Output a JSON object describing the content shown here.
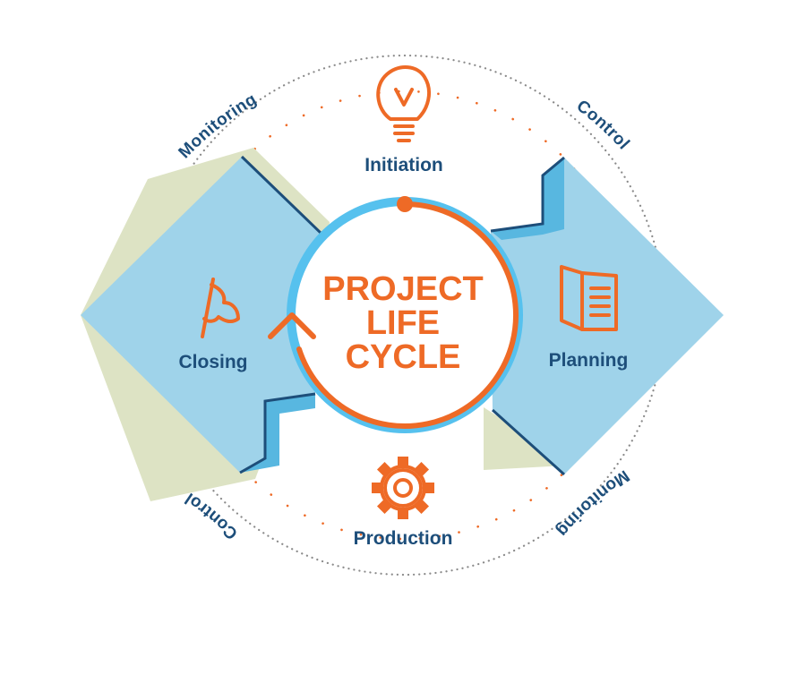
{
  "title": {
    "line1": "PROJECT",
    "line2": "LIFE",
    "line3": "CYCLE"
  },
  "phases": {
    "initiation": "Initiation",
    "planning": "Planning",
    "production": "Production",
    "closing": "Closing"
  },
  "ring_labels": {
    "top_left": "Monitoring",
    "top_right": "Control",
    "bottom_left": "Control",
    "bottom_right": "Monitoring"
  },
  "icons": {
    "initiation": "lightbulb-icon",
    "planning": "open-book-icon",
    "production": "gear-icon",
    "closing": "flag-icon"
  },
  "colors": {
    "orange": "#ee6a26",
    "navy": "#1d4e7a",
    "light_blue": "#9fd3ea",
    "mid_blue": "#58b7e0",
    "ring_blue": "#56c1ee",
    "olive": "#dde3c4",
    "dots_grey": "#8a8a8a"
  }
}
